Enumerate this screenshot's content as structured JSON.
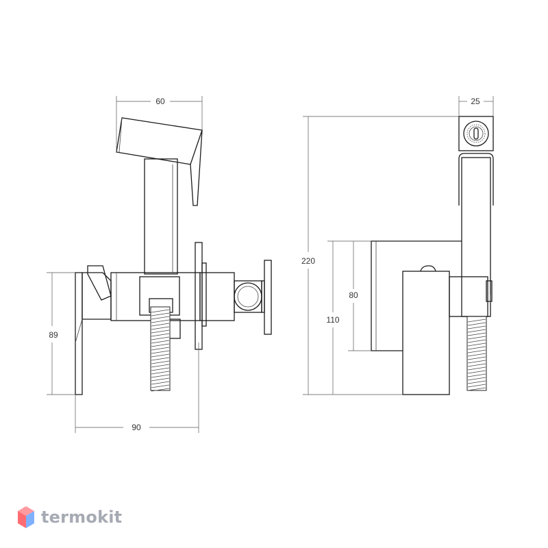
{
  "dimensions": {
    "front_width_top": "60",
    "front_width_bottom": "90",
    "front_height": "89",
    "side_width_top": "25",
    "side_total_height": "220",
    "side_height_110": "110",
    "side_height_80": "80"
  },
  "brand": {
    "name": "termokit",
    "colors": {
      "text": "#a6aab3",
      "hex_top": "#ff9aa0",
      "hex_left": "#ff6b72",
      "hex_right": "#7fb0ff"
    }
  }
}
